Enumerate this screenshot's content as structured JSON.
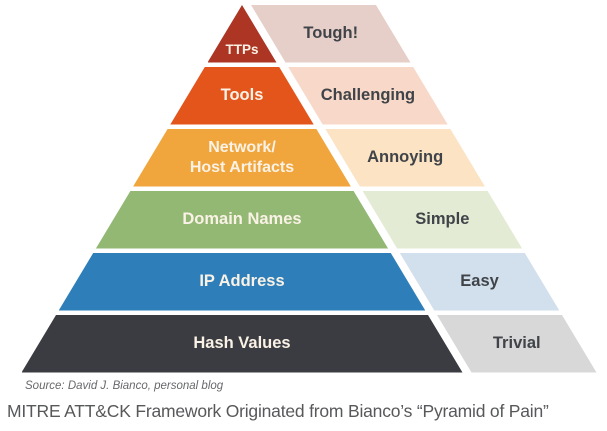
{
  "figure": {
    "title": "MITRE ATT&CK Framework Originated from Bianco’s “Pyramid of Pain”",
    "source": "Source: David J. Bianco, personal blog"
  },
  "pyramid": {
    "type": "pyramid-diagram",
    "levels": [
      {
        "name": "ttps",
        "label": "TTPs",
        "pain": "Tough!",
        "color": "#AC3523",
        "pain_color": "#E7CFC9"
      },
      {
        "name": "tools",
        "label": "Tools",
        "pain": "Challenging",
        "color": "#E4551C",
        "pain_color": "#F8D8C8"
      },
      {
        "name": "network-host-artifacts",
        "label": "Network/\nHost Artifacts",
        "pain": "Annoying",
        "color": "#F0A63C",
        "pain_color": "#FBE3C4"
      },
      {
        "name": "domain-names",
        "label": "Domain Names",
        "pain": "Simple",
        "color": "#92B873",
        "pain_color": "#E3EBD4"
      },
      {
        "name": "ip-address",
        "label": "IP Address",
        "pain": "Easy",
        "color": "#2E7FB9",
        "pain_color": "#D2DFEC"
      },
      {
        "name": "hash-values",
        "label": "Hash Values",
        "pain": "Trivial",
        "color": "#3B3C41",
        "pain_color": "#D8D8D8"
      }
    ]
  }
}
